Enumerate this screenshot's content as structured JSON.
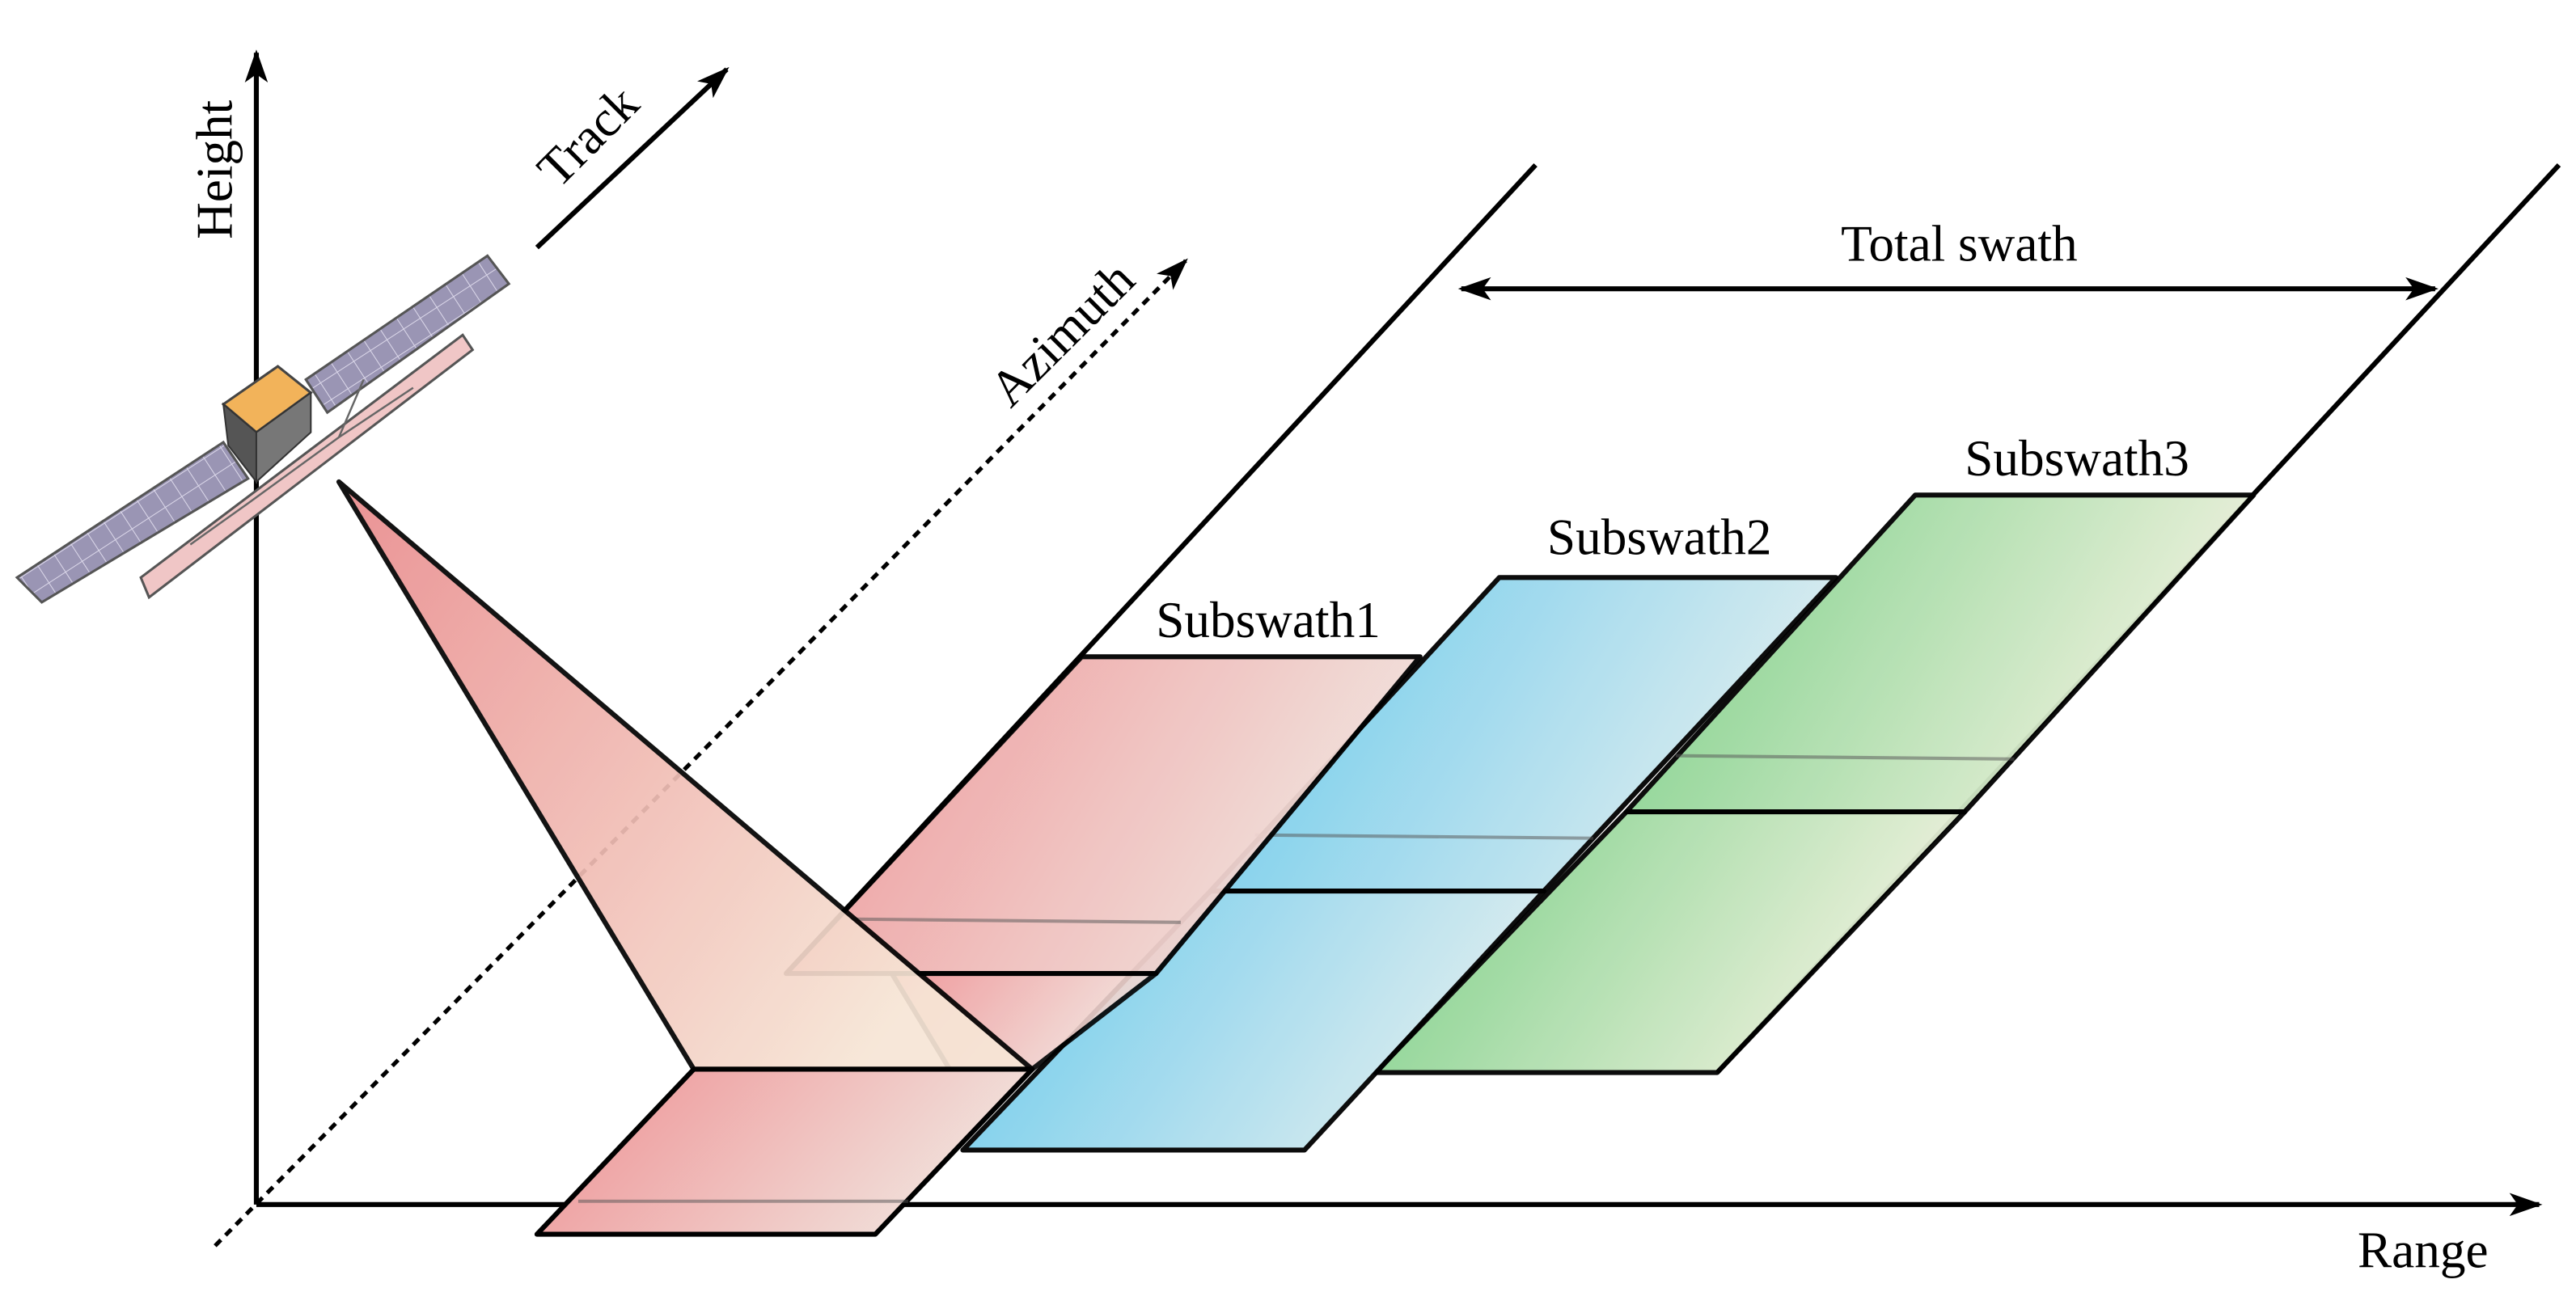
{
  "labels": {
    "height": "Height",
    "range": "Range",
    "track": "Track",
    "azimuth": "Azimuth",
    "total_swath": "Total swath",
    "subswath1": "Subswath1",
    "subswath2": "Subswath2",
    "subswath3": "Subswath3"
  },
  "colors": {
    "subswath1": "#ef9a9a",
    "subswath2": "#6ecbeb",
    "subswath3": "#7fcf8a",
    "beam": "#e88f8f",
    "satellite_panel": "#8e8aa6",
    "satellite_body": "#f2b35a"
  }
}
